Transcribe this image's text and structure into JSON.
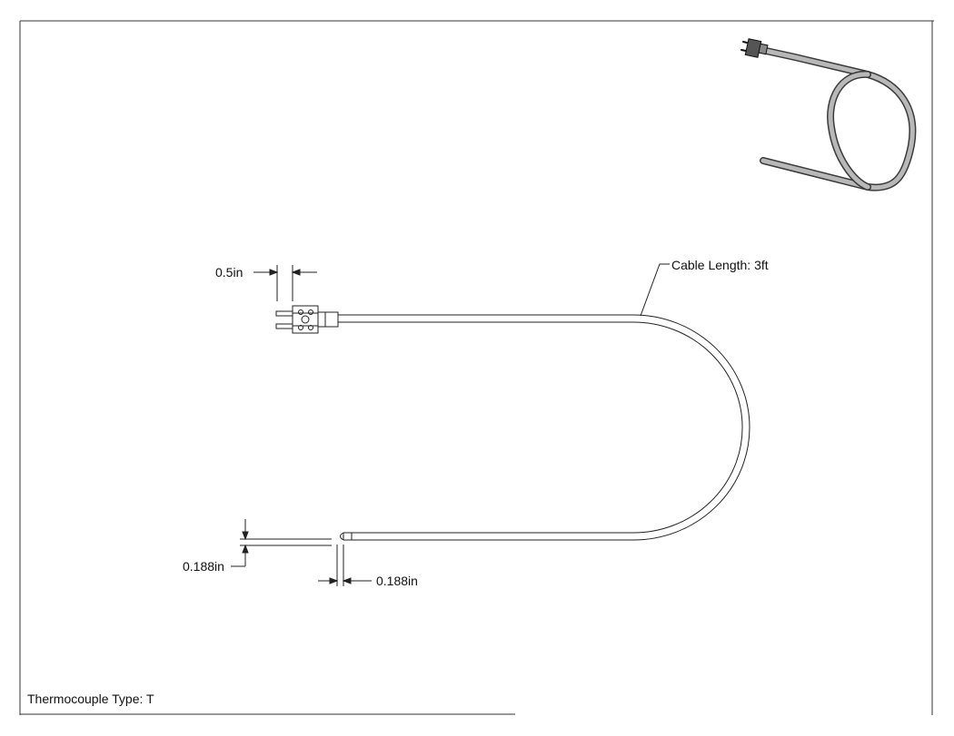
{
  "dimensions": {
    "connector_width": "0.5in",
    "probe_diameter": "0.188in",
    "probe_tip": "0.188in"
  },
  "callouts": {
    "cable_length": "Cable Length: 3ft"
  },
  "footer": {
    "thermocouple_type": "Thermocouple Type: T"
  }
}
